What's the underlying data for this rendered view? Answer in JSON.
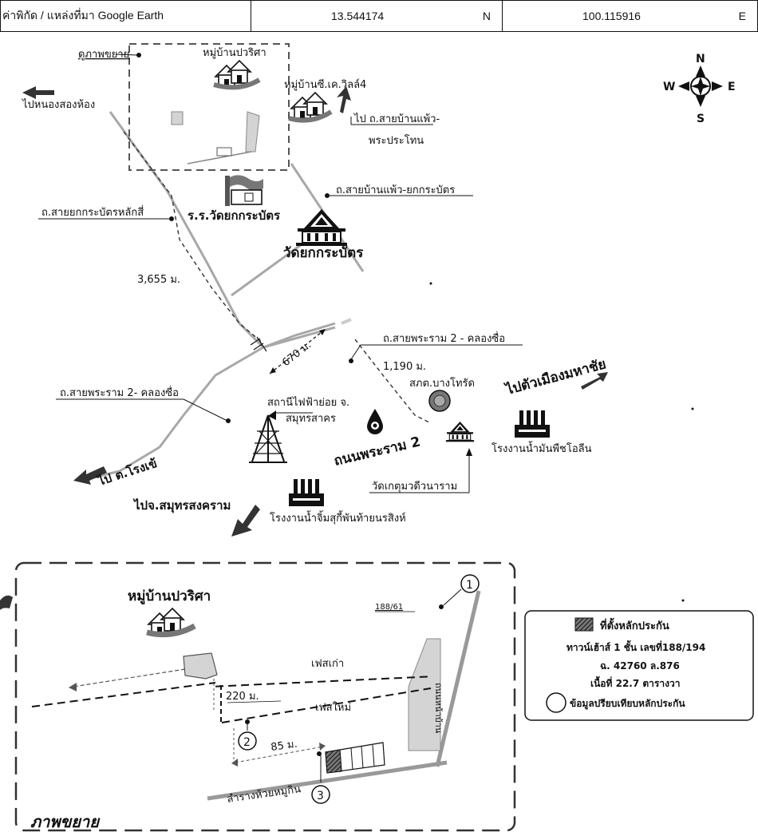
{
  "header": {
    "source_label": "ค่าพิกัด / แหล่งที่มา Google Earth",
    "latitude": "13.544174",
    "lat_dir": "N",
    "longitude": "100.115916",
    "lon_dir": "E"
  },
  "compass": {
    "north": "N",
    "south": "S",
    "east": "E",
    "west": "W"
  },
  "labels": {
    "zoom_view": "ดูภาพขยาย",
    "village_pawarisa": "หมู่บ้านปวริศา",
    "village_ck": "หมู่บ้านซี.เค.วิลล์4",
    "to_nong_song_hong": "ไปหนองสองห้อง",
    "to_road_ban_phaeo_line1": "ไป ถ.สายบ้านแพ้ว-",
    "to_road_ban_phaeo_line2": "พระประโทน",
    "road_ban_phaeo_yokkrabat": "ถ.สายบ้านแพ้ว-ยกกระบัตร",
    "road_yokkrabat_lak_si": "ถ.สายยกกระบัตรหลักสี่",
    "school": "ร.ร.วัดยกกระบัตร",
    "temple_yokkrabat": "วัดยกกระบัตร",
    "dist_3655": "3,655 ม.",
    "dist_670": "670 ม.",
    "dist_1190": "1,190 ม.",
    "road_rama2_a": "ถ.สายพระราม 2 - คลองซื่อ",
    "road_rama2_b": "ถ.สายพระราม 2- คลองซื่อ",
    "police": "สภต.บางโทรัด",
    "to_mahachai": "ไปตัวเมืองมหาชัย",
    "substation_line1": "สถานีไฟฟ้าย่อย จ.",
    "substation_line2": "สมุทรสาคร",
    "rama2_road": "ถนนพระราม 2",
    "oil_factory": "โรงงานน้ำมันพืชโอลีน",
    "temple_ketmuti": "วัดเกตุมวดีวนาราม",
    "to_rong_khe": "ไป ต.โรงเข้",
    "to_samut_songkhram": "ไปจ.สมุทรสงคราม",
    "sauce_factory": "โรงงานน้ำจิ้มสุกี้พันท้ายนรสิงห์"
  },
  "inset": {
    "title": "ภาพขยาย",
    "village": "หมู่บ้านปวริศา",
    "house_no": "188/61",
    "old_phase": "เฟสเก่า",
    "new_phase": "เฟสใหม่",
    "dist_220": "220 ม.",
    "dist_85": "85 ม.",
    "canal": "ลำรางห้วยหมูกิน",
    "road_vertical": "ถนนหน้าบ้าน",
    "marker_1": "1",
    "marker_2": "2",
    "marker_3": "3"
  },
  "legend": {
    "collateral_location": "ที่ตั้งหลักประกัน",
    "property_desc": "ทาวน์เฮ้าส์ 1 ชั้น เลขที่188/194",
    "deed": "ฉ. 42760 ล.876",
    "area": "เนื้อที่  22.7 ตารางวา",
    "comparison": "ข้อมูลปรียบเทียบหลักประกัน"
  }
}
